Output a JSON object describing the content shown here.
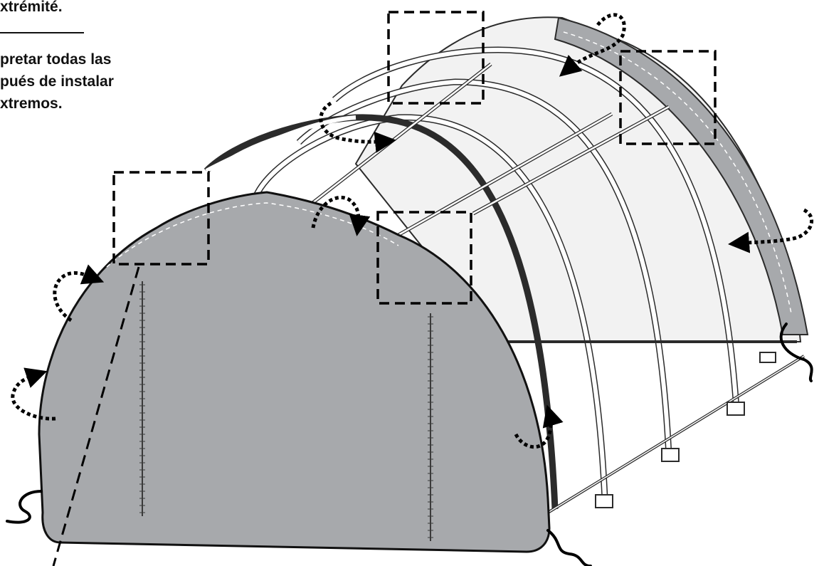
{
  "notes": {
    "french_fragment": "xtrémité.",
    "spanish_lines": [
      "pretar todas las",
      "pués de instalar",
      "xtremos."
    ]
  },
  "colors": {
    "end_panel_fill": "#a7a9ac",
    "cover_fill": "#f2f2f2",
    "frame_stroke": "#2b2b2b",
    "arrow_color": "#000000"
  },
  "callout_boxes": [
    "top-ridge-detail",
    "right-edge-detail",
    "front-left-detail",
    "front-center-detail"
  ]
}
